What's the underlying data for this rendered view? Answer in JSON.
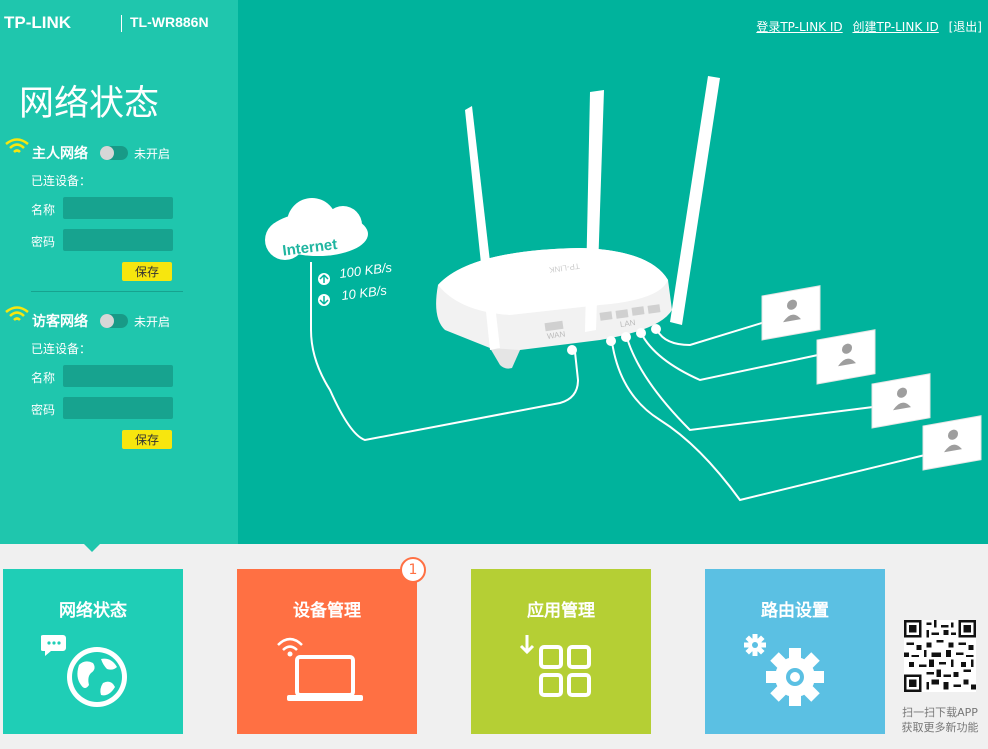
{
  "header": {
    "brand": "TP-LINK",
    "model": "TL-WR886N",
    "links": {
      "login": "登录TP-LINK ID",
      "create": "创建TP-LINK ID",
      "logout": "[退出]"
    }
  },
  "sidebar": {
    "title": "网络状态",
    "main_network": {
      "title": "主人网络",
      "toggle_status": "未开启",
      "connected_label": "已连设备：",
      "name_label": "名称",
      "name_value": "",
      "password_label": "密码",
      "password_value": "",
      "save_label": "保存"
    },
    "guest_network": {
      "title": "访客网络",
      "toggle_status": "未开启",
      "connected_label": "已连设备：",
      "name_label": "名称",
      "name_value": "",
      "password_label": "密码",
      "password_value": "",
      "save_label": "保存"
    }
  },
  "diagram": {
    "cloud_label": "Internet",
    "upload_speed": "100 KB/s",
    "download_speed": "10 KB/s",
    "router_brand": "TP-LINK",
    "wan_label": "WAN",
    "lan_label": "LAN",
    "device_count": 4
  },
  "tiles": [
    {
      "label": "网络状态",
      "color": "#1fceb6",
      "icon": "globe-chat-icon"
    },
    {
      "label": "设备管理",
      "color": "#ff7043",
      "icon": "laptop-wifi-icon",
      "badge": "1"
    },
    {
      "label": "应用管理",
      "color": "#b5cf34",
      "icon": "app-grid-icon"
    },
    {
      "label": "路由设置",
      "color": "#5bc0e3",
      "icon": "gears-icon"
    }
  ],
  "qr": {
    "line1": "扫一扫下载APP",
    "line2": "获取更多新功能"
  },
  "colors": {
    "top_bg": "#00b39c",
    "sidebar_bg": "#1fc6ad",
    "save_button": "#f7e60e",
    "wifi_icon": "#f7e60e"
  }
}
